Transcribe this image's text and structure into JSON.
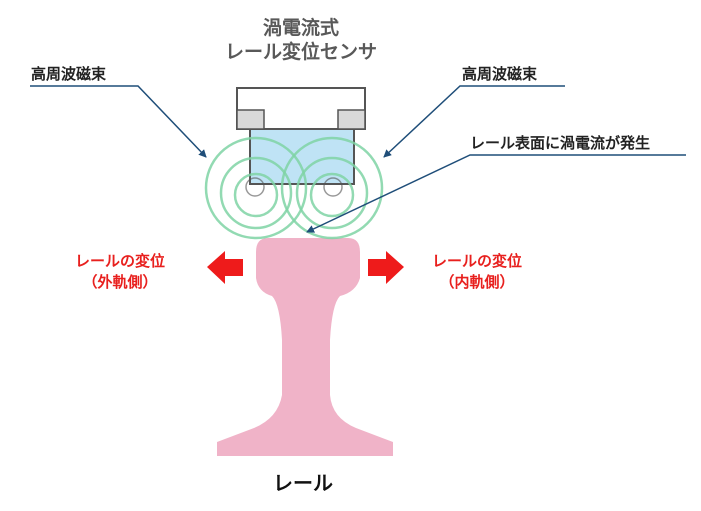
{
  "title": {
    "line1": "渦電流式",
    "line2": "レール変位センサ"
  },
  "labels": {
    "flux_left": "高周波磁束",
    "flux_right": "高周波磁束",
    "eddy_current": "レール表面に渦電流が発生",
    "outer_line1": "レールの変位",
    "outer_line2": "（外軌側）",
    "inner_line1": "レールの変位",
    "inner_line2": "（内軌側）",
    "rail": "レール"
  },
  "colors": {
    "rail": "#f0b3c8",
    "sensor_face": "#bfe3f5",
    "flux_rings": "#7fd3a5",
    "arrows": "#ee1b1b",
    "leaders": "#1f4e79",
    "title_text": "#595959",
    "displacement_text": "#e8201e"
  }
}
